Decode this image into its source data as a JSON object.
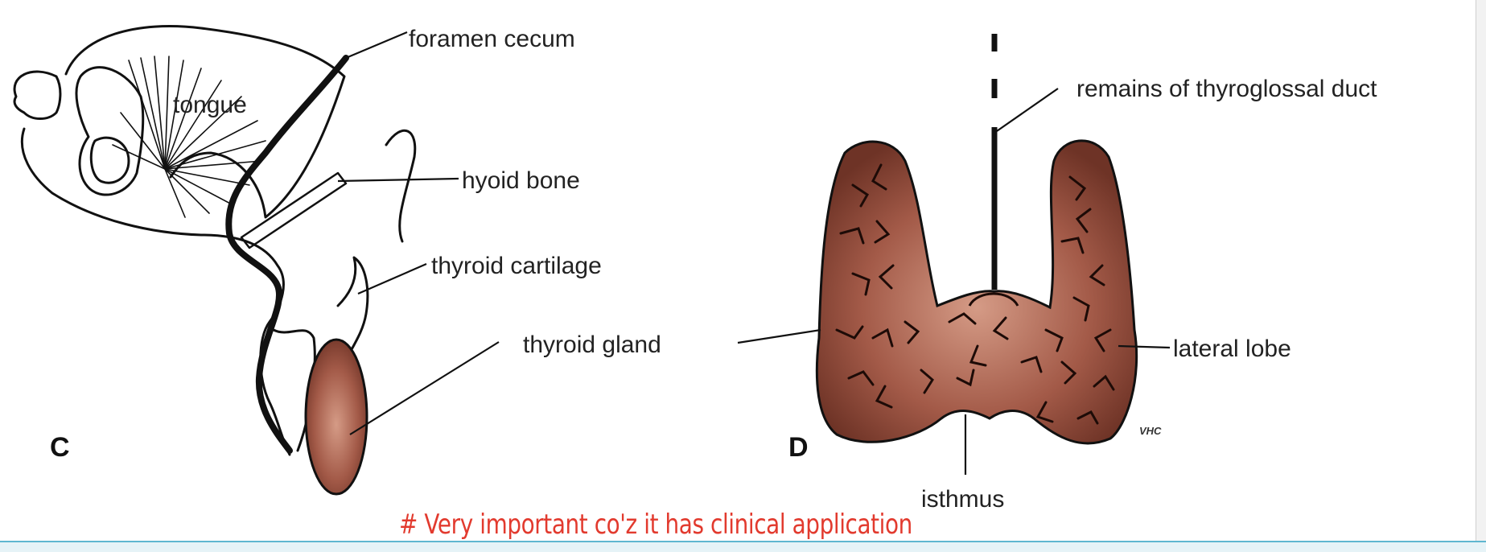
{
  "panel_c": {
    "letter": "C",
    "labels": {
      "foramen_cecum": "foramen cecum",
      "tongue": "tongue",
      "hyoid_bone": "hyoid bone",
      "thyroid_cartilage": "thyroid cartilage",
      "thyroid_gland": "thyroid gland"
    }
  },
  "panel_d": {
    "letter": "D",
    "labels": {
      "remains_duct": "remains of thyroglossal duct",
      "lateral_lobe": "lateral lobe",
      "isthmus": "isthmus"
    },
    "signature": "VHC"
  },
  "annotation": "# Very important co'z it has clinical application",
  "colors": {
    "gland_fill": "#8f4a3c",
    "gland_light": "#c58b78",
    "gland_dark": "#2a120c",
    "annotation": "#e23a2e",
    "bar_border": "#5fb7d0"
  }
}
